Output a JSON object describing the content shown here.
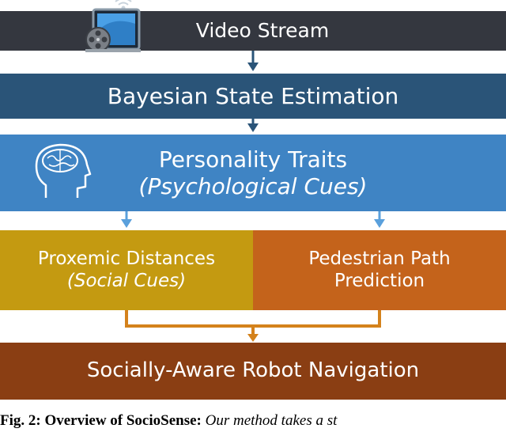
{
  "boxes": {
    "video": {
      "label": "Video Stream"
    },
    "bayes": {
      "label": "Bayesian State Estimation"
    },
    "personality": {
      "label": "Personality Traits",
      "sub": "(Psychological Cues)"
    },
    "proxemic": {
      "label": "Proxemic Distances",
      "sub": "(Social Cues)"
    },
    "pedestrian": {
      "line1": "Pedestrian Path",
      "line2": "Prediction"
    },
    "social": {
      "label": "Socially-Aware Robot Navigation"
    }
  },
  "caption": {
    "bold": "Fig. 2: Overview of SocioSense:",
    "rest": " Our method takes a st"
  },
  "icons": [
    "video-tv-icon",
    "brain-head-icon"
  ],
  "colors": {
    "video": "#34373f",
    "bayes": "#2a5478",
    "personality": "#3f84c4",
    "proxemic": "#c49a11",
    "pedestrian": "#c4631b",
    "social": "#8a3e13",
    "arrow_dark": "#2a5478",
    "arrow_light": "#5aa0dc",
    "connector": "#d4821c"
  }
}
